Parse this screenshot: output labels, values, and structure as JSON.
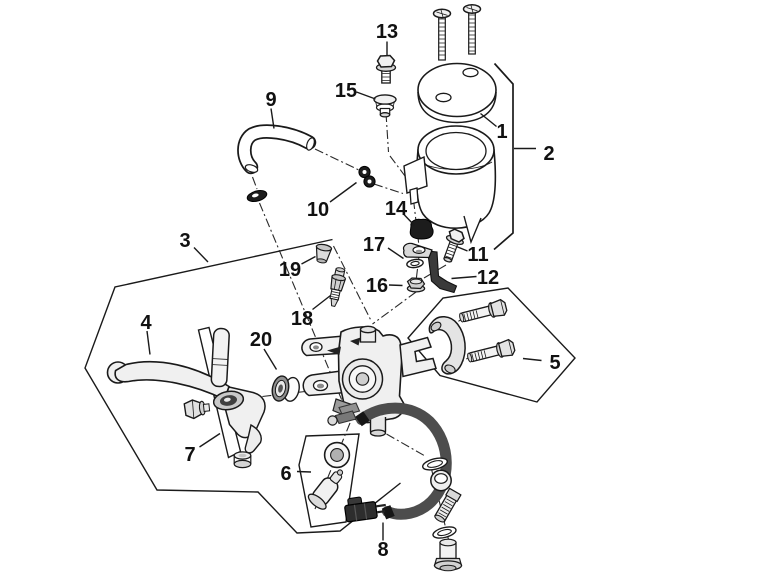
{
  "labels": [
    "1",
    "2",
    "3",
    "4",
    "5",
    "6",
    "7",
    "8",
    "9",
    "10",
    "11",
    "12",
    "13",
    "14",
    "15",
    "16",
    "17",
    "18",
    "19",
    "20"
  ],
  "colors": {
    "background": "#ffffff",
    "line": "#1a1a1a",
    "dark_rubber": "#1c1c1c",
    "hose": "#4d4d4d",
    "bracket_dark": "#3a3a3a",
    "metal_light": "#f0f0f0",
    "metal_mid": "#d7d7d7"
  }
}
